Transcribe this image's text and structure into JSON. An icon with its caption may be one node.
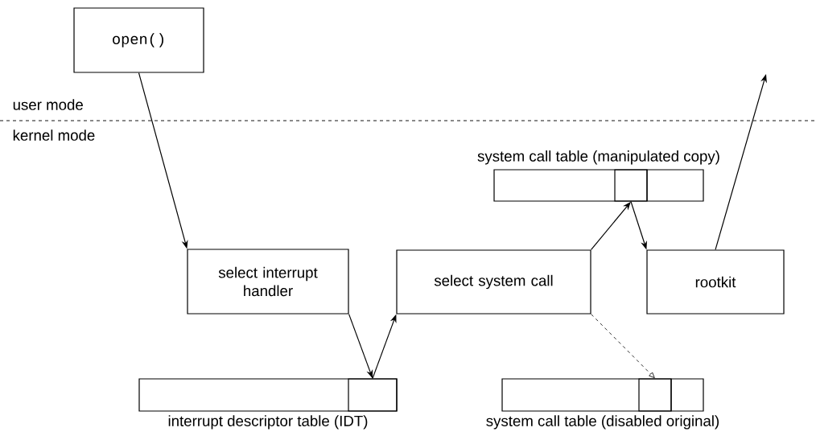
{
  "diagram": {
    "nodes": [
      {
        "text": [
          "open()"
        ]
      },
      {
        "text": [
          "select interrupt handler"
        ]
      },
      {
        "text": [
          "select system call"
        ]
      },
      {
        "text": [
          "rootkit"
        ]
      },
      {
        "text": [
          "interrupt descriptor table (IDT)"
        ]
      },
      {
        "text": [],
        "shape": "box",
        "in": 4
      },
      {
        "text": [
          "system call table (manipulated copy)"
        ]
      },
      {
        "text": [],
        "shape": "box",
        "in": 6
      },
      {
        "text": [
          "system call table (disabled original)"
        ]
      },
      {
        "text": [],
        "shape": "box",
        "in": 8
      }
    ],
    "edges": [
      {
        "from": 0,
        "to": 1,
        "arrow": "to"
      },
      {
        "from": 1,
        "to": 5,
        "arrow": "to"
      },
      {
        "from": 5,
        "to": 2,
        "arrow": "to"
      },
      {
        "from": 2,
        "to": 7,
        "arrow": "to"
      },
      {
        "from": 7,
        "to": 3,
        "arrow": "to"
      },
      {
        "from": 3,
        "to": null,
        "arrow": "to"
      },
      {
        "from": 2,
        "to": 9,
        "arrow": "to",
        "style": "dashed"
      }
    ],
    "labels": [
      "user mode",
      "kernel mode"
    ]
  }
}
